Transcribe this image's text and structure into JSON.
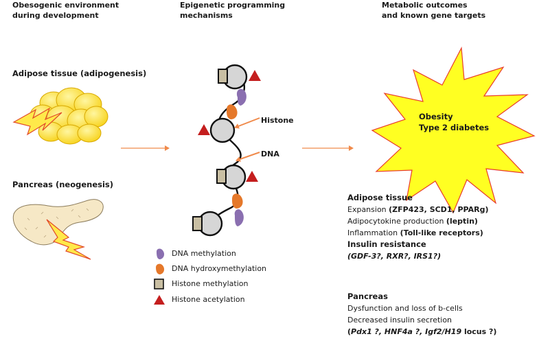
{
  "headers": {
    "col1": [
      "Obesogenic environment",
      "during development"
    ],
    "col2": [
      "Epigenetic programming",
      "mechanisms"
    ],
    "col3": [
      "Metabolic outcomes",
      "and known gene targets"
    ]
  },
  "left": {
    "adipose_title": "Adipose tissue (adipogenesis)",
    "pancreas_title": "Pancreas (neogenesis)"
  },
  "chromatin": {
    "histone_label": "Histone",
    "dna_label": "DNA"
  },
  "legend": [
    {
      "label": "DNA methylation",
      "color": "#8a6fb0",
      "icon": "purple-leaf-icon"
    },
    {
      "label": "DNA hydroxymethylation",
      "color": "#e5782a",
      "icon": "orange-leaf-icon"
    },
    {
      "label": "Histone methylation",
      "color": "#c9bfa3",
      "icon": "square-icon"
    },
    {
      "label": "Histone acetylation",
      "color": "#c41e1e",
      "icon": "triangle-icon"
    }
  ],
  "star": {
    "line1": "Obesity",
    "line2": "Type 2 diabetes",
    "color": "#ffff22"
  },
  "outcomes": {
    "adipose": {
      "title": "Adipose tissue",
      "expansion_prefix": "Expansion ",
      "expansion_genes": "(ZFP423, SCD1, PPARg)",
      "adipocytokine_prefix": "Adipocytokine production ",
      "adipocytokine_genes": "(leptin)",
      "inflammation_prefix": "Inflammation ",
      "inflammation_genes": "(Toll-like receptors)",
      "insulin_title": "Insulin resistance",
      "insulin_genes": "(GDF-3?, RXR?, IRS1?)"
    },
    "pancreas": {
      "title": "Pancreas",
      "line1": "Dysfunction and loss of b-cells",
      "line2": "Decreased insulin secretion",
      "genes_open": "(",
      "genes_italic": "Pdx1 ?, HNF4a ?, Igf2/H19",
      "genes_close": " locus ?)"
    }
  },
  "colors": {
    "arrow": "#f08a4b",
    "fat": "#ffe44a",
    "lightning": "#ffe94a",
    "pancreas": "#f6e8c6",
    "nucleosome": "#d6d6d6"
  }
}
